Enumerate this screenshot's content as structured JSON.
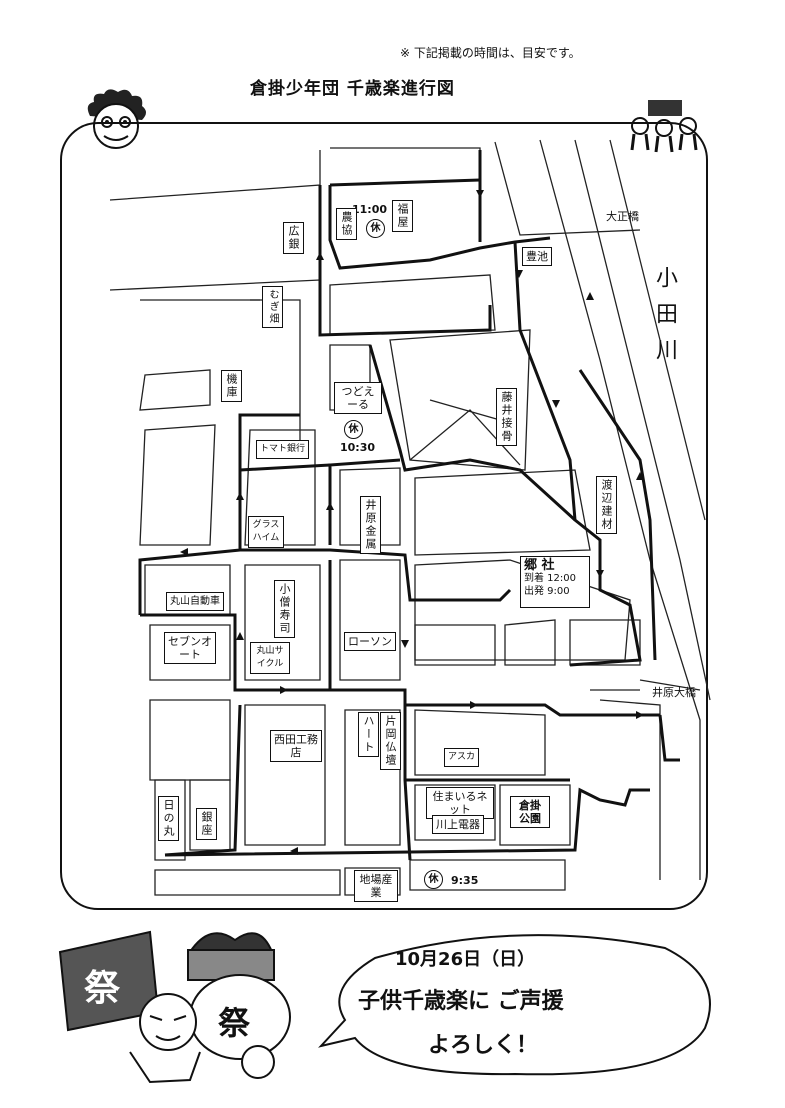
{
  "header": {
    "note": "※ 下記掲載の時間は、目安です。",
    "title": "倉掛少年団 千歳楽進行図"
  },
  "map": {
    "river": "小田川",
    "bridges": {
      "taisho": "大正橋",
      "ibara": "井原大橋"
    },
    "shrine": {
      "name": "郷 社",
      "arrive": "到着 12:00",
      "depart": "出発 9:00"
    },
    "rest_mark": "休",
    "times": {
      "t1100": "11:00",
      "t1030": "10:30",
      "t0935": "9:35"
    },
    "places": {
      "hiroginn": "広銀",
      "nokyo": "農協",
      "fukuya": "福屋",
      "toyoike": "豊池",
      "mugibatake": "むぎ畑",
      "kiko": "機庫",
      "tsudoeru": "つどえーる",
      "fujii": "藤井接骨",
      "tomato": "トマト銀行",
      "ibara_kinzoku": "井原金属",
      "grasheim": "グラスハイム",
      "watanabe": "渡辺建材",
      "maruyama_jidosha": "丸山自動車",
      "koso_sushi": "小僧寿司",
      "seven_auto": "セブンオート",
      "maruyama_cycle": "丸山サイクル",
      "lawson": "ローソン",
      "nishida": "西田工務店",
      "heart": "ハート",
      "kataoka": "片岡仏壇",
      "asuka": "アスカ",
      "sumairu": "住まいるネット",
      "kawakami": "川上電器",
      "kurakake_park": "倉掛公園",
      "hinomaru": "日の丸",
      "ginza": "銀座",
      "jiba_sangyo": "地場産業"
    }
  },
  "bubble": {
    "date": "10月26日（日）",
    "line1": "子供千歳楽に ご声援",
    "line2": "よろしく！"
  }
}
